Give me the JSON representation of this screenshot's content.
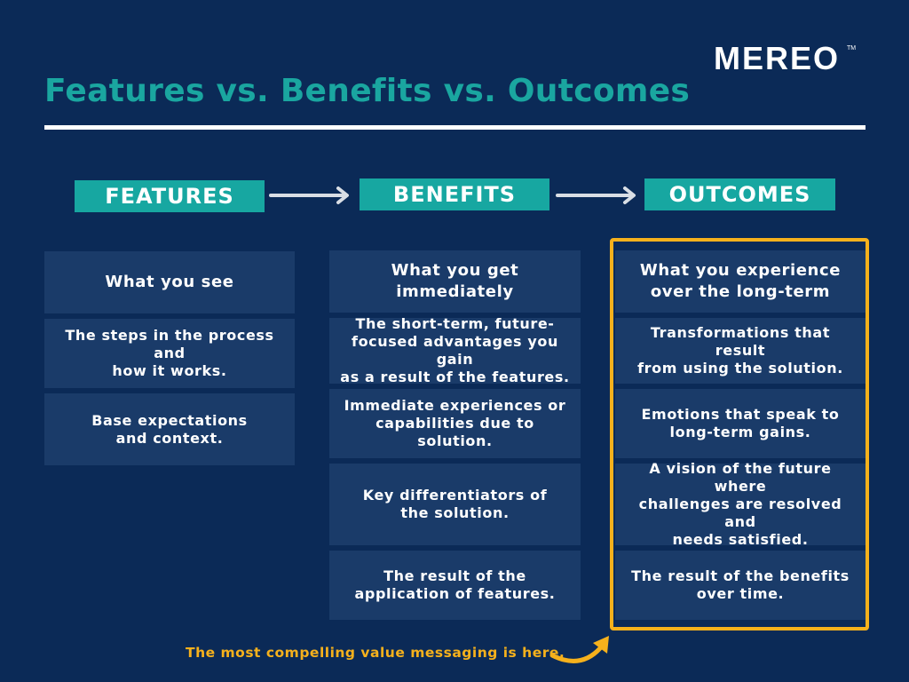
{
  "logo": {
    "text": "MEREO",
    "trademark": "TM",
    "color": "#ffffff"
  },
  "title": "Features vs. Benefits vs. Outcomes",
  "colors": {
    "background": "#0b2a57",
    "accent": "#1aa6a0",
    "cell": "#1a3b69",
    "highlight": "#f6b11c"
  },
  "headers": [
    "FEATURES",
    "BENEFITS",
    "OUTCOMES"
  ],
  "columns": [
    {
      "heading": "What you see",
      "rows": [
        "The steps in the process and\nhow it works.",
        "Base expectations\nand context."
      ]
    },
    {
      "heading": "What you get\nimmediately",
      "rows": [
        "The short-term, future-\nfocused advantages you gain\nas a result of the features.",
        "Immediate experiences or\ncapabilities due to solution.",
        "Key differentiators of\nthe solution.",
        "The result of the\napplication of features."
      ]
    },
    {
      "heading": "What you experience\nover the long-term",
      "rows": [
        "Transformations that result\nfrom using the solution.",
        "Emotions that speak to\nlong-term gains.",
        "A vision of the future where\nchallenges are resolved and\nneeds satisfied.",
        "The result of the benefits\nover time."
      ]
    }
  ],
  "footer_note": "The most compelling value messaging is here.",
  "icons": {
    "arrow": "right-arrow-icon",
    "callout": "curved-arrow-icon"
  }
}
